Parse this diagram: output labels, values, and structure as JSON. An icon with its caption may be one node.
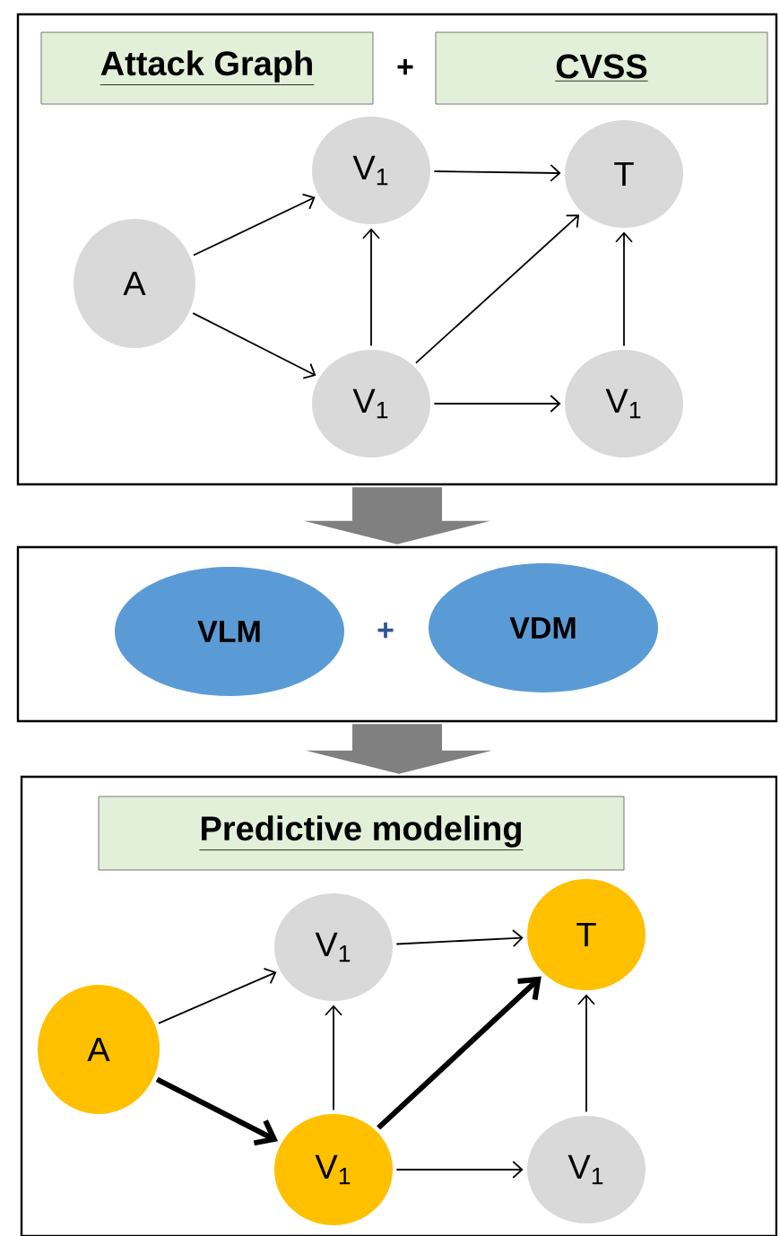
{
  "diagram": {
    "nodes": [
      {
        "text": [],
        "shape": "box"
      },
      {
        "text": [
          "Attack Graph"
        ],
        "in": 0
      },
      {
        "text": [
          "CVSS"
        ],
        "in": 0
      },
      {
        "text": [
          "A"
        ],
        "in": 0
      },
      {
        "text": [
          "V$_{1}$"
        ],
        "in": 0
      },
      {
        "text": [
          "T"
        ],
        "in": 0
      },
      {
        "text": [
          "V$_{1}$"
        ],
        "in": 0
      },
      {
        "text": [
          "V$_{1}$"
        ],
        "in": 0
      },
      {
        "text": [],
        "shape": "box"
      },
      {
        "text": [
          "VLM"
        ],
        "in": 8
      },
      {
        "text": [
          "VDM"
        ],
        "in": 8
      },
      {
        "text": [],
        "shape": "box"
      },
      {
        "text": [
          "Predictive modeling"
        ],
        "in": 11
      },
      {
        "text": [
          "A"
        ],
        "in": 11
      },
      {
        "text": [
          "V$_{1}$"
        ],
        "in": 11
      },
      {
        "text": [
          "T"
        ],
        "in": 11
      },
      {
        "text": [
          "V$_{1}$"
        ],
        "in": 11
      },
      {
        "text": [
          "V$_{1}$"
        ],
        "in": 11
      }
    ],
    "edges": [
      {
        "from": 3,
        "to": 4,
        "arrow": "to"
      },
      {
        "from": 3,
        "to": 6,
        "arrow": "to"
      },
      {
        "from": 4,
        "to": 5,
        "arrow": "to"
      },
      {
        "from": 6,
        "to": 4,
        "arrow": "to"
      },
      {
        "from": 6,
        "to": 5,
        "arrow": "to"
      },
      {
        "from": 6,
        "to": 7,
        "arrow": "to"
      },
      {
        "from": 7,
        "to": 5,
        "arrow": "to"
      },
      {
        "from": 0,
        "to": 8,
        "arrow": "to",
        "style": "thick",
        "color": "#808080"
      },
      {
        "from": 8,
        "to": 11,
        "arrow": "to",
        "style": "thick",
        "color": "#808080"
      },
      {
        "from": 13,
        "to": 14,
        "arrow": "to"
      },
      {
        "from": 13,
        "to": 16,
        "arrow": "to",
        "style": "thick"
      },
      {
        "from": 14,
        "to": 15,
        "arrow": "to"
      },
      {
        "from": 16,
        "to": 14,
        "arrow": "to"
      },
      {
        "from": 16,
        "to": 15,
        "arrow": "to",
        "style": "thick"
      },
      {
        "from": 16,
        "to": 17,
        "arrow": "to"
      },
      {
        "from": 17,
        "to": 15,
        "arrow": "to"
      }
    ],
    "labels": [
      "+",
      "+"
    ]
  }
}
